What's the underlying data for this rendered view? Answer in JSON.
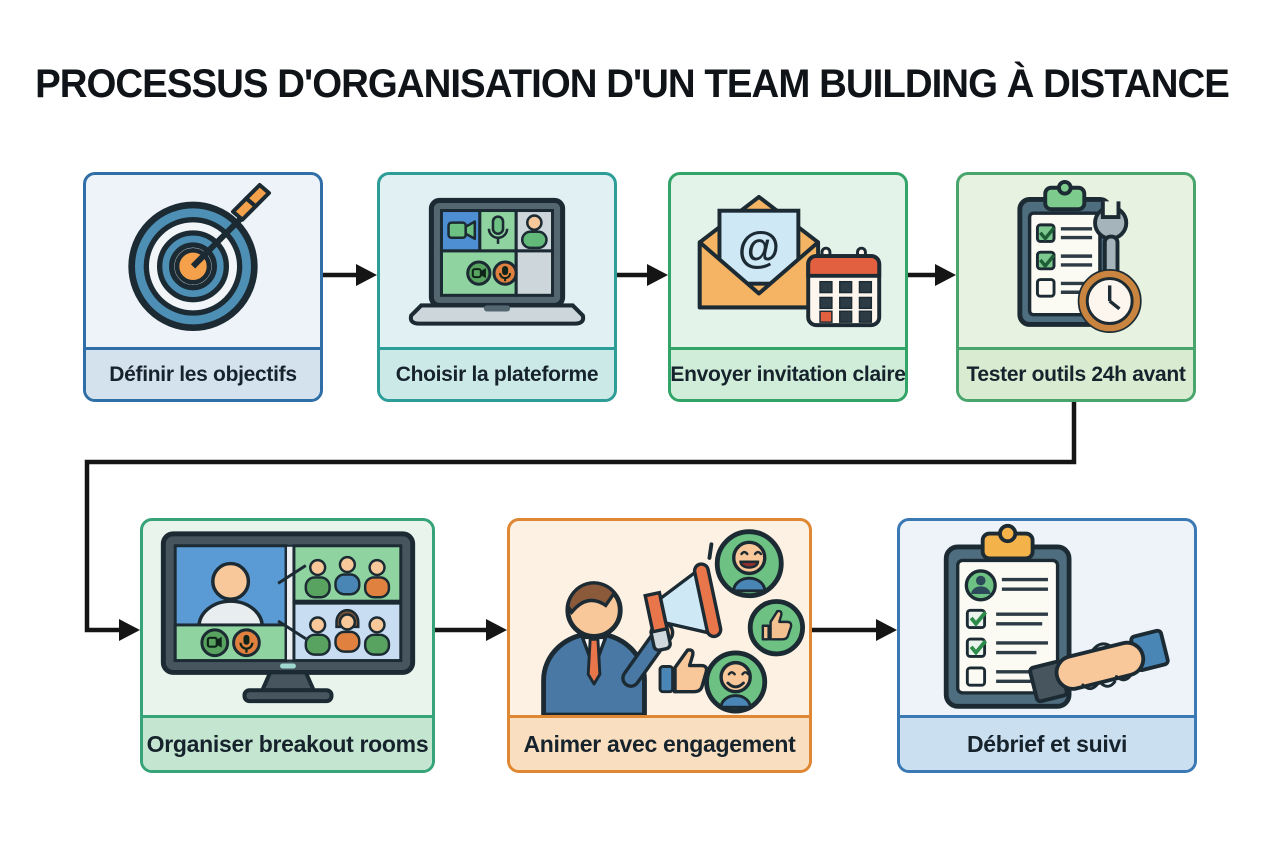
{
  "title": "PROCESSUS D'ORGANISATION D'UN TEAM BUILDING À DISTANCE",
  "steps": [
    {
      "id": "definir-objectifs",
      "label": "Définir les objectifs",
      "icon": "target-arrow-icon",
      "border_color": "#2f6ea6",
      "body_bg": "#eef3f9",
      "label_bg": "#d4e2ee"
    },
    {
      "id": "choisir-plateforme",
      "label": "Choisir la plateforme",
      "icon": "video-call-laptop-icon",
      "border_color": "#2d9d98",
      "body_bg": "#e1f1f3",
      "label_bg": "#cbe9e6"
    },
    {
      "id": "envoyer-invitation",
      "label": "Envoyer invitation claire",
      "icon": "email-calendar-icon",
      "border_color": "#33a468",
      "body_bg": "#e3f3e9",
      "label_bg": "#cfedd9"
    },
    {
      "id": "tester-outils",
      "label": "Tester outils 24h avant",
      "icon": "checklist-wrench-clock-icon",
      "border_color": "#4aa56c",
      "body_bg": "#e7f2e1",
      "label_bg": "#d9ecd2"
    },
    {
      "id": "breakout-rooms",
      "label": "Organiser breakout rooms",
      "icon": "breakout-monitor-icon",
      "border_color": "#36a378",
      "body_bg": "#e8f4ec",
      "label_bg": "#c4e6d1"
    },
    {
      "id": "animer-engagement",
      "label": "Animer avec engagement",
      "icon": "megaphone-presenter-icon",
      "border_color": "#df8733",
      "body_bg": "#fdf1e3",
      "label_bg": "#f9dfbf"
    },
    {
      "id": "debrief-suivi",
      "label": "Débrief et suivi",
      "icon": "handshake-report-icon",
      "border_color": "#3a79b4",
      "body_bg": "#edf3f9",
      "label_bg": "#cadff0"
    }
  ],
  "icons": {
    "email_at": "@"
  },
  "connectors": {
    "arrow_color": "#151515"
  }
}
